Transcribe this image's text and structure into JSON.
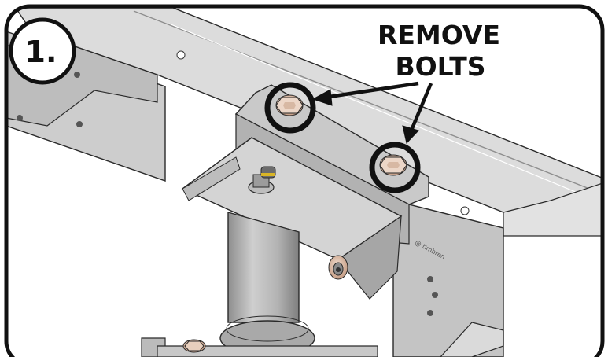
{
  "step": {
    "number": "1."
  },
  "callout": {
    "line1": "REMOVE",
    "line2": "BOLTS"
  },
  "part": {
    "brand_text": "@ timbren"
  },
  "colors": {
    "frame_light": "#d6d6d6",
    "frame_mid": "#c1c1c1",
    "frame_shadow": "#9e9e9e",
    "outline": "#2a2a2a",
    "bolt": "#d8b8a2",
    "ink": "#111111"
  }
}
